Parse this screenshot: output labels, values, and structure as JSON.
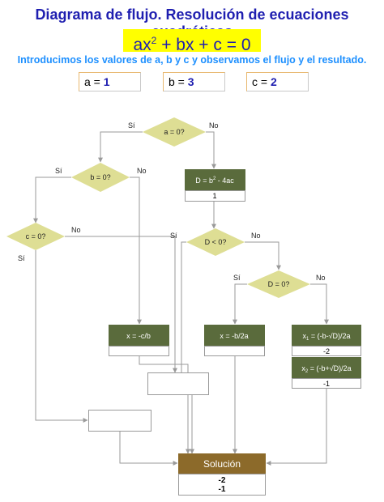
{
  "title": "Diagrama de flujo. Resolución de ecuaciones cuadráticas",
  "equation": {
    "left": "ax",
    "sup": "2",
    "right": " + bx + c = 0"
  },
  "intro": "Introducimos los valores de a, b y c y observamos el flujo y el resultado.",
  "inputs": {
    "a": {
      "label": "a = ",
      "value": "1"
    },
    "b": {
      "label": "b = ",
      "value": "3"
    },
    "c": {
      "label": "c = ",
      "value": "2"
    }
  },
  "branch": {
    "yes": "Sí",
    "no": "No"
  },
  "decisions": {
    "a_zero": "a = 0?",
    "b_zero": "b = 0?",
    "c_zero": "c = 0?",
    "d_neg": "D < 0?",
    "d_zero": "D = 0?"
  },
  "discriminant": {
    "label_pre": "D = b",
    "sup": "2",
    "label_post": " - 4ac",
    "value": "1"
  },
  "linear": {
    "label": "x = -c/b",
    "value": ""
  },
  "double_root": {
    "label": "x = -b/2a",
    "value": ""
  },
  "root1": {
    "label_pre": "x",
    "sub": "1",
    "label_post": " = (-b-√D)/2a",
    "value": "-2"
  },
  "root2": {
    "label_pre": "x",
    "sub": "2",
    "label_post": " = (-b+√D)/2a",
    "value": "-1"
  },
  "solution": {
    "label": "Solución",
    "values": [
      "-2",
      "-1"
    ]
  },
  "colors": {
    "decision": "#dede94",
    "process": "#5a6b3c",
    "solution": "#8c6a2a",
    "title": "#1f1fb0",
    "intro": "#1e90ff",
    "highlight": "#ffff00"
  }
}
